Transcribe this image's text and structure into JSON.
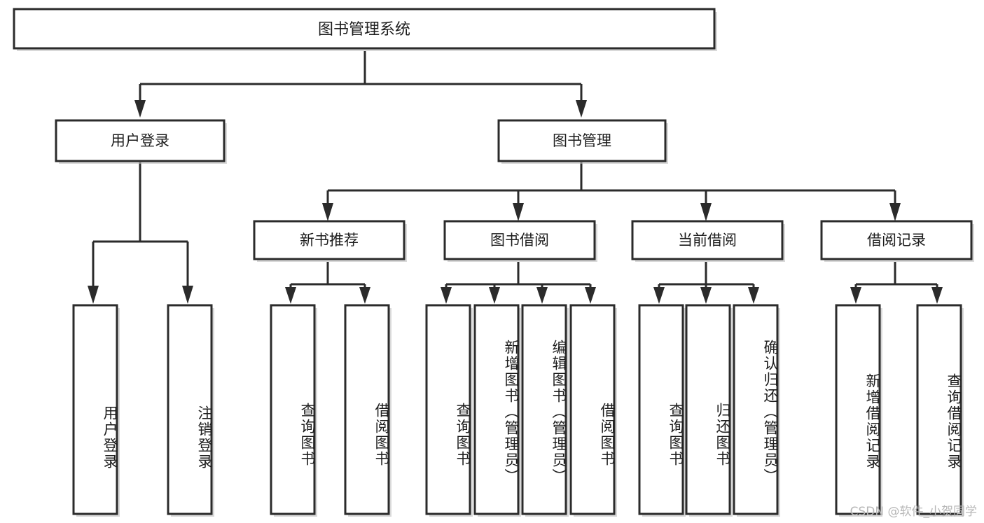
{
  "diagram": {
    "type": "tree",
    "title": "图书管理系统",
    "orientation": "top-down",
    "root": {
      "id": "root",
      "label": "图书管理系统",
      "level": 0
    },
    "nodes": [
      {
        "id": "root",
        "label": "图书管理系统",
        "level": 0,
        "parent": null,
        "orientation": "horizontal"
      },
      {
        "id": "user-login",
        "label": "用户登录",
        "level": 1,
        "parent": "root",
        "orientation": "horizontal"
      },
      {
        "id": "book-manage",
        "label": "图书管理",
        "level": 1,
        "parent": "root",
        "orientation": "horizontal"
      },
      {
        "id": "new-book-rec",
        "label": "新书推荐",
        "level": 2,
        "parent": "book-manage",
        "orientation": "horizontal"
      },
      {
        "id": "book-borrow",
        "label": "图书借阅",
        "level": 2,
        "parent": "book-manage",
        "orientation": "horizontal"
      },
      {
        "id": "current-borrow",
        "label": "当前借阅",
        "level": 2,
        "parent": "book-manage",
        "orientation": "horizontal"
      },
      {
        "id": "borrow-record",
        "label": "借阅记录",
        "level": 2,
        "parent": "book-manage",
        "orientation": "horizontal"
      },
      {
        "id": "leaf-user-login",
        "label": "用户登录",
        "level": 2,
        "parent": "user-login",
        "orientation": "vertical"
      },
      {
        "id": "leaf-logout",
        "label": "注销登录",
        "level": 2,
        "parent": "user-login",
        "orientation": "vertical"
      },
      {
        "id": "leaf-query-book-1",
        "label": "查询图书",
        "level": 3,
        "parent": "new-book-rec",
        "orientation": "vertical"
      },
      {
        "id": "leaf-borrow-book-1",
        "label": "借阅图书",
        "level": 3,
        "parent": "new-book-rec",
        "orientation": "vertical"
      },
      {
        "id": "leaf-query-book-2",
        "label": "查询图书",
        "level": 3,
        "parent": "book-borrow",
        "orientation": "vertical"
      },
      {
        "id": "leaf-add-book",
        "label": "新增图书（管理员）",
        "level": 3,
        "parent": "book-borrow",
        "orientation": "vertical"
      },
      {
        "id": "leaf-edit-book",
        "label": "编辑图书（管理员）",
        "level": 3,
        "parent": "book-borrow",
        "orientation": "vertical"
      },
      {
        "id": "leaf-borrow-book-2",
        "label": "借阅图书",
        "level": 3,
        "parent": "book-borrow",
        "orientation": "vertical"
      },
      {
        "id": "leaf-query-book-3",
        "label": "查询图书",
        "level": 3,
        "parent": "current-borrow",
        "orientation": "vertical"
      },
      {
        "id": "leaf-return-book",
        "label": "归还图书",
        "level": 3,
        "parent": "current-borrow",
        "orientation": "vertical"
      },
      {
        "id": "leaf-confirm-return",
        "label": "确认归还（管理员）",
        "level": 3,
        "parent": "current-borrow",
        "orientation": "vertical"
      },
      {
        "id": "leaf-add-record",
        "label": "新增借阅记录",
        "level": 3,
        "parent": "borrow-record",
        "orientation": "vertical"
      },
      {
        "id": "leaf-query-record",
        "label": "查询借阅记录",
        "level": 3,
        "parent": "borrow-record",
        "orientation": "vertical"
      }
    ],
    "colors": {
      "background": "#ffffff",
      "node_fill": "#ffffff",
      "node_stroke": "#2b2b2b",
      "edge": "#2b2b2b",
      "text": "#1d1d1d",
      "watermark": "#b7b7b7"
    }
  },
  "watermark": {
    "text": "CSDN @软件_小贺同学"
  }
}
